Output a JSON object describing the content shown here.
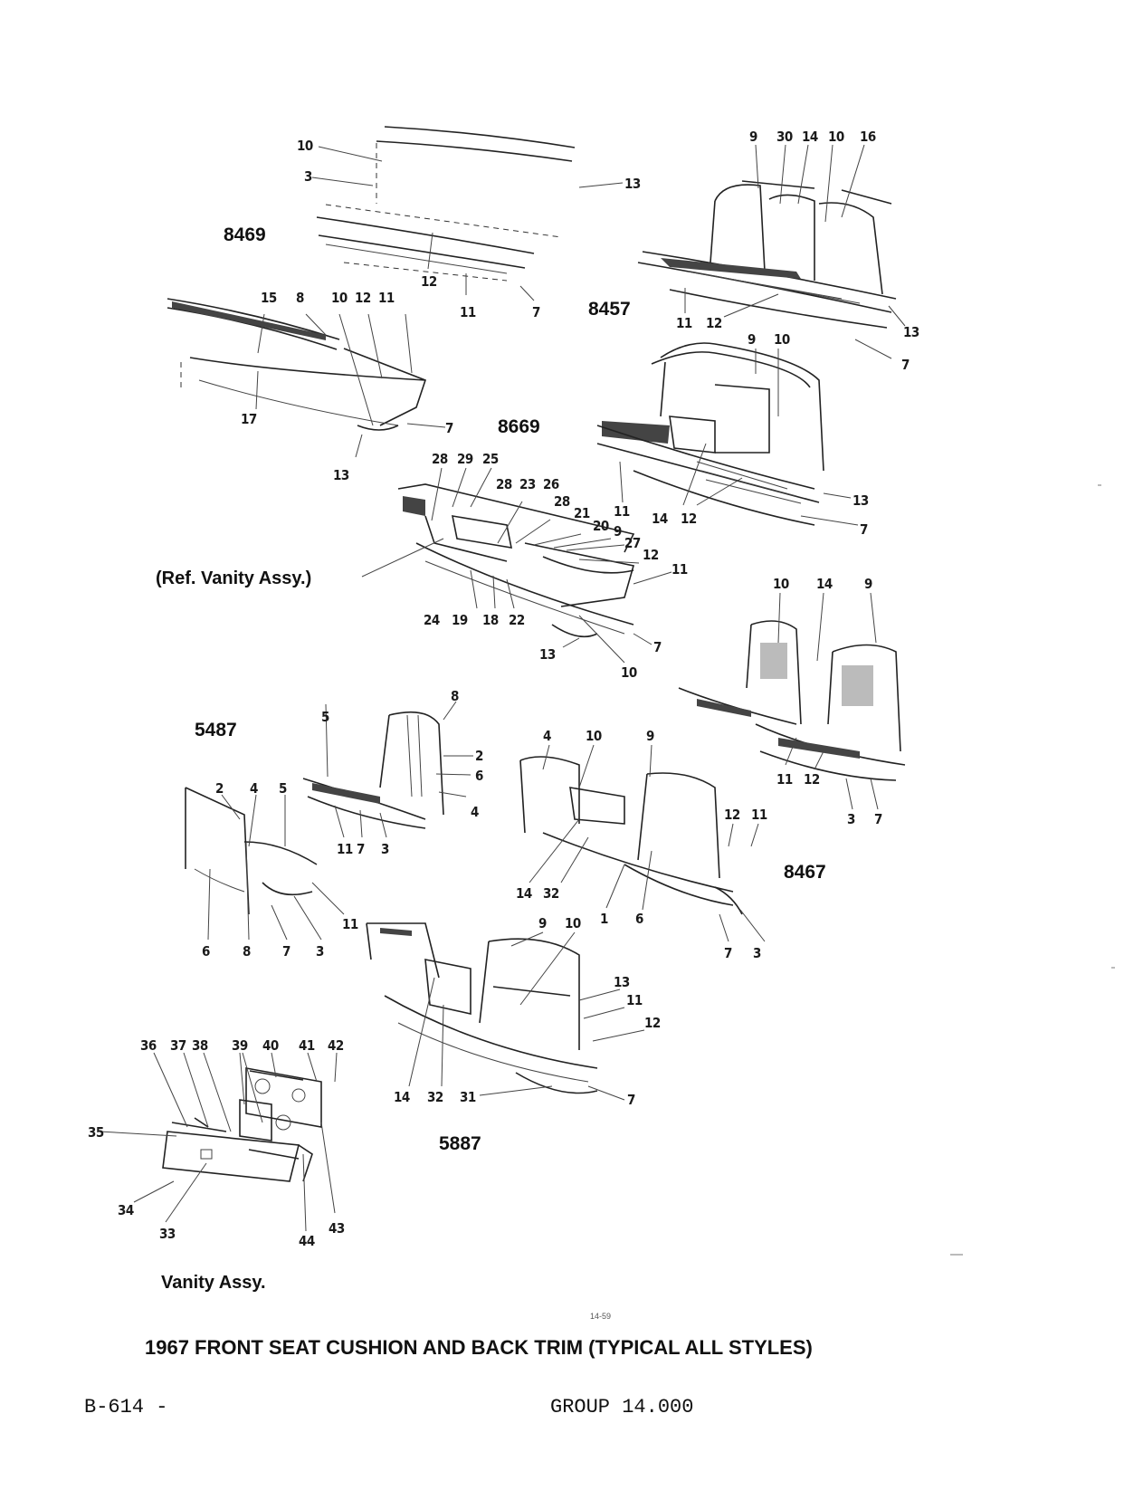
{
  "style_codes": {
    "s8469": "8469",
    "s8457": "8457",
    "s8669": "8669",
    "s5487": "5487",
    "s8467": "8467",
    "s5887": "5887"
  },
  "labels": {
    "ref_vanity": "(Ref. Vanity Assy.)",
    "vanity_assy": "Vanity Assy."
  },
  "caption": "1967 FRONT SEAT CUSHION AND BACK TRIM (TYPICAL ALL STYLES)",
  "small_mark": "14-59",
  "footer": {
    "left": "B-614 -",
    "right": "GROUP 14.000"
  },
  "callouts": {
    "c8469": [
      "10",
      "3",
      "13",
      "12",
      "11",
      "7"
    ],
    "c8457": [
      "9",
      "30",
      "14",
      "10",
      "16",
      "11",
      "12",
      "13",
      "7"
    ],
    "c_left": [
      "15",
      "8",
      "10",
      "12",
      "11",
      "17",
      "7",
      "13"
    ],
    "c8669": [
      "9",
      "10",
      "11",
      "14",
      "12",
      "13",
      "7"
    ],
    "c_mid": [
      "28",
      "29",
      "25",
      "28",
      "23",
      "26",
      "28",
      "21",
      "20",
      "9",
      "27",
      "12",
      "11",
      "24",
      "19",
      "18",
      "22",
      "13",
      "10",
      "7"
    ],
    "c_right_bucket": [
      "10",
      "14",
      "9",
      "11",
      "12",
      "3",
      "7"
    ],
    "c5487": [
      "8",
      "5",
      "2",
      "6",
      "4",
      "11",
      "7",
      "3",
      "2",
      "4",
      "5",
      "6",
      "8",
      "7",
      "3",
      "11"
    ],
    "c8467": [
      "4",
      "10",
      "9",
      "12",
      "11",
      "14",
      "32",
      "1",
      "6",
      "7",
      "3"
    ],
    "c5887": [
      "9",
      "10",
      "13",
      "11",
      "12",
      "14",
      "32",
      "31",
      "7"
    ],
    "c_vanity": [
      "36",
      "37",
      "38",
      "39",
      "40",
      "41",
      "42",
      "35",
      "34",
      "33",
      "44",
      "43"
    ]
  }
}
